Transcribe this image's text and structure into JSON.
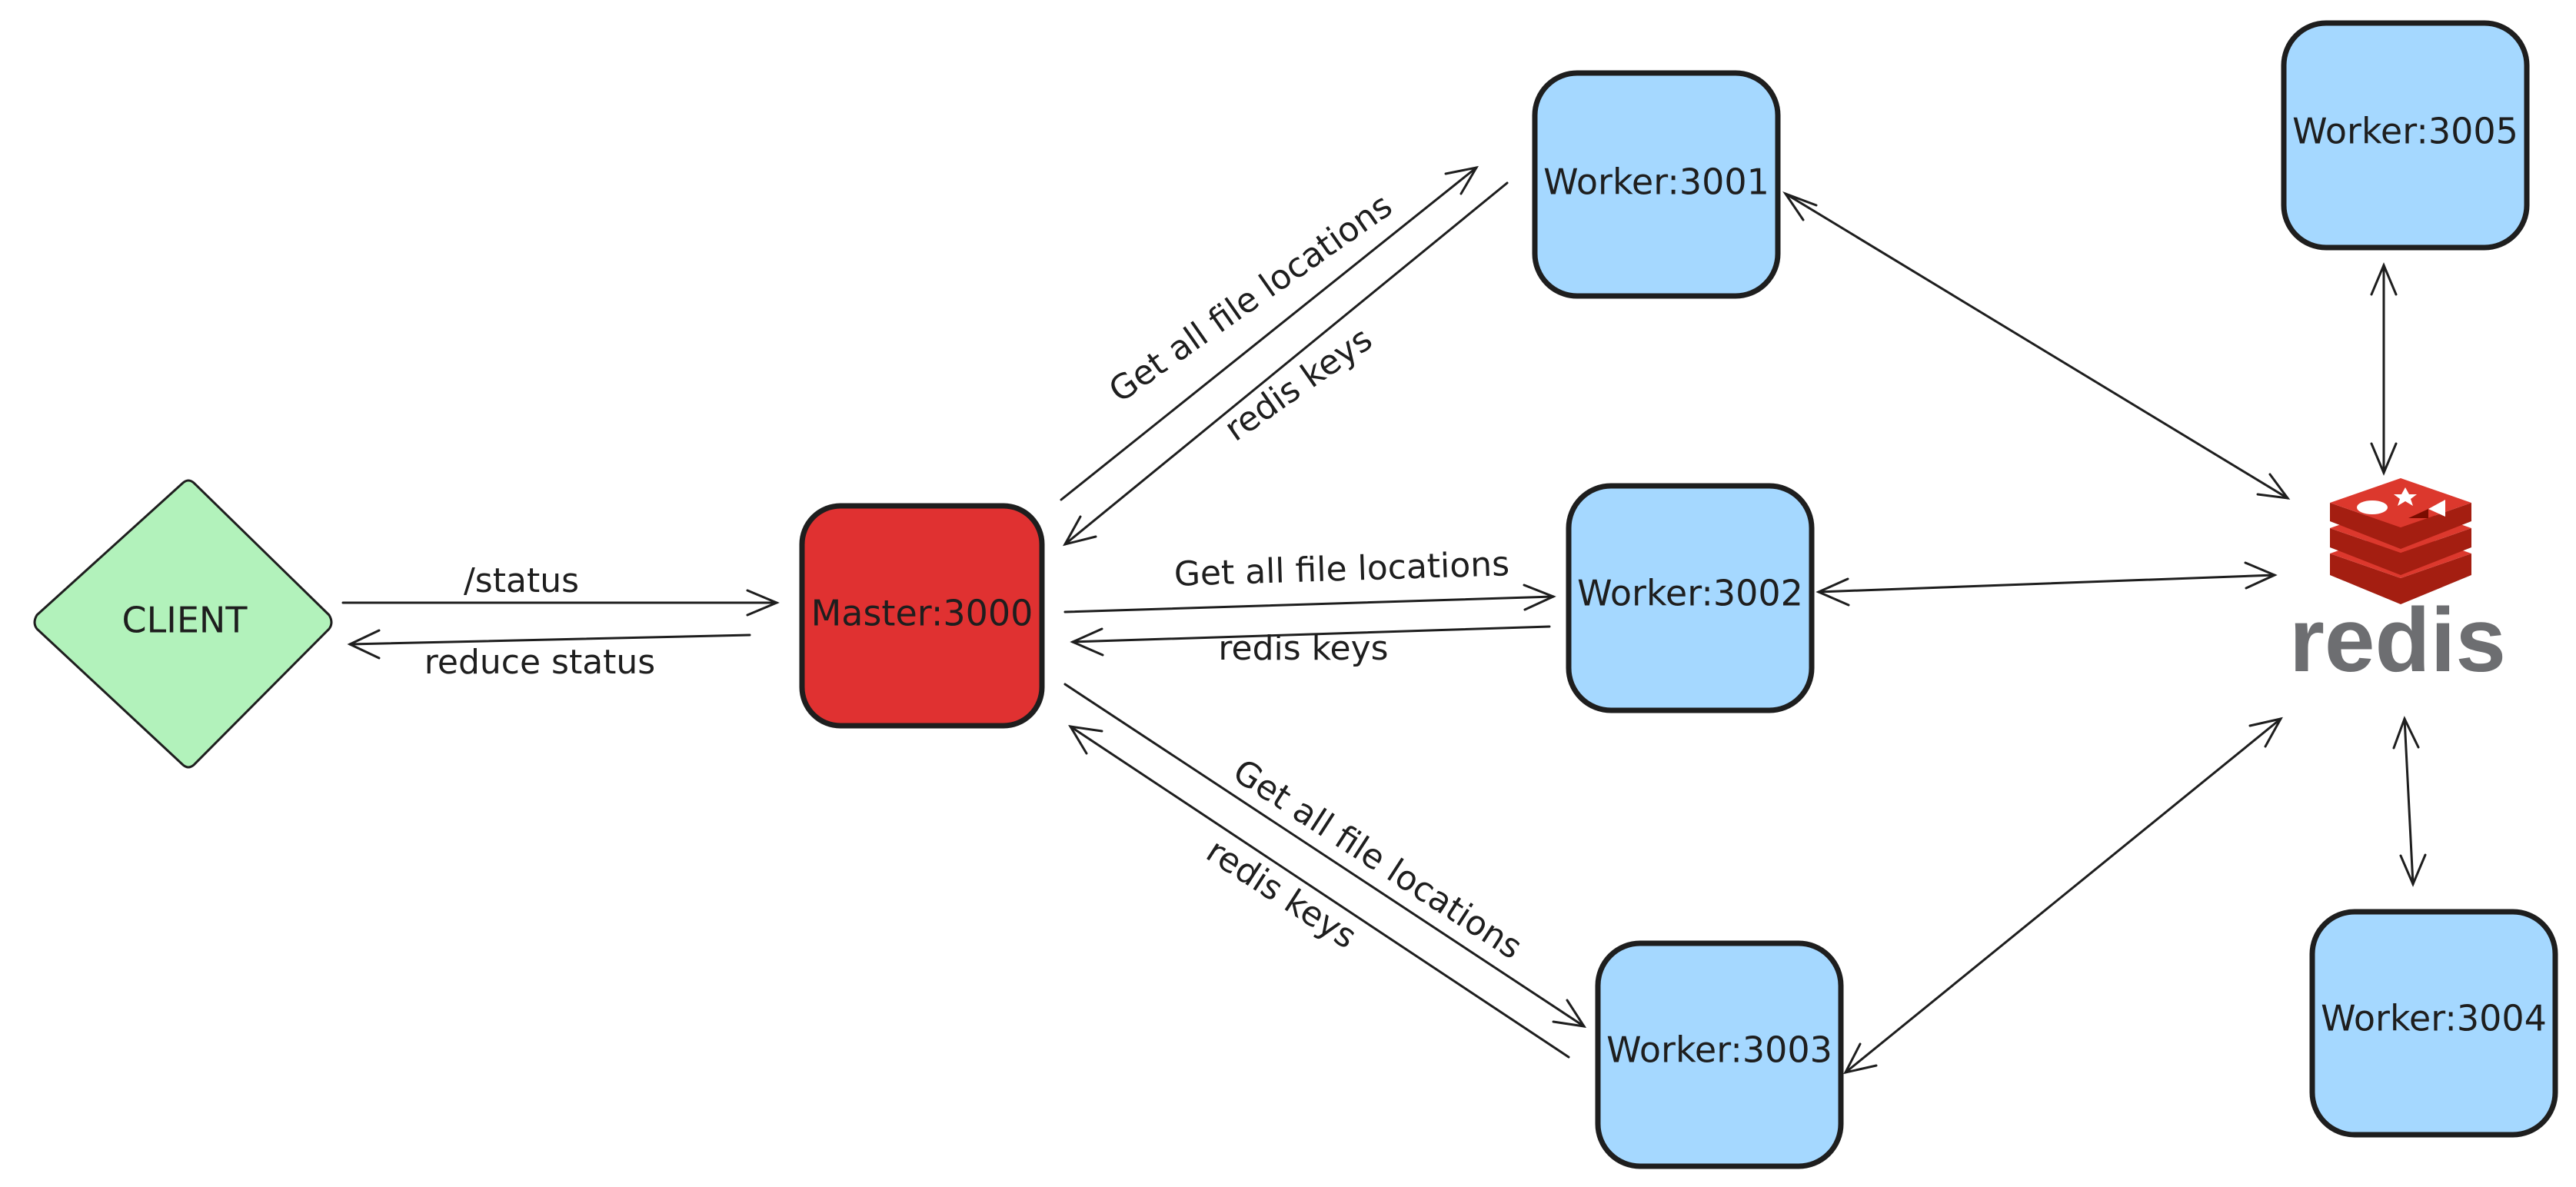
{
  "colors": {
    "client_fill": "#b2f2bb",
    "master_fill": "#e03131",
    "worker_fill": "#a5d8ff",
    "redis_red": "#dc382d",
    "redis_dark": "#a41e11",
    "redis_text": "#6d6e71",
    "stroke": "#1e1e1e"
  },
  "nodes": {
    "client": {
      "label": "CLIENT"
    },
    "master": {
      "label": "Master:3000"
    },
    "worker_3001": {
      "label": "Worker:3001"
    },
    "worker_3002": {
      "label": "Worker:3002"
    },
    "worker_3003": {
      "label": "Worker:3003"
    },
    "worker_3004": {
      "label": "Worker:3004"
    },
    "worker_3005": {
      "label": "Worker:3005"
    },
    "redis": {
      "label": "redis",
      "icon": "redis-logo-icon"
    }
  },
  "edges": {
    "client_to_master": "/status",
    "master_to_client": "reduce status",
    "master_to_worker_3001": "Get all file locations",
    "worker_3001_to_master": "redis keys",
    "master_to_worker_3002": "Get all file locations",
    "worker_3002_to_master": "redis keys",
    "master_to_worker_3003": "Get all file locations",
    "worker_3003_to_master": "redis keys"
  }
}
